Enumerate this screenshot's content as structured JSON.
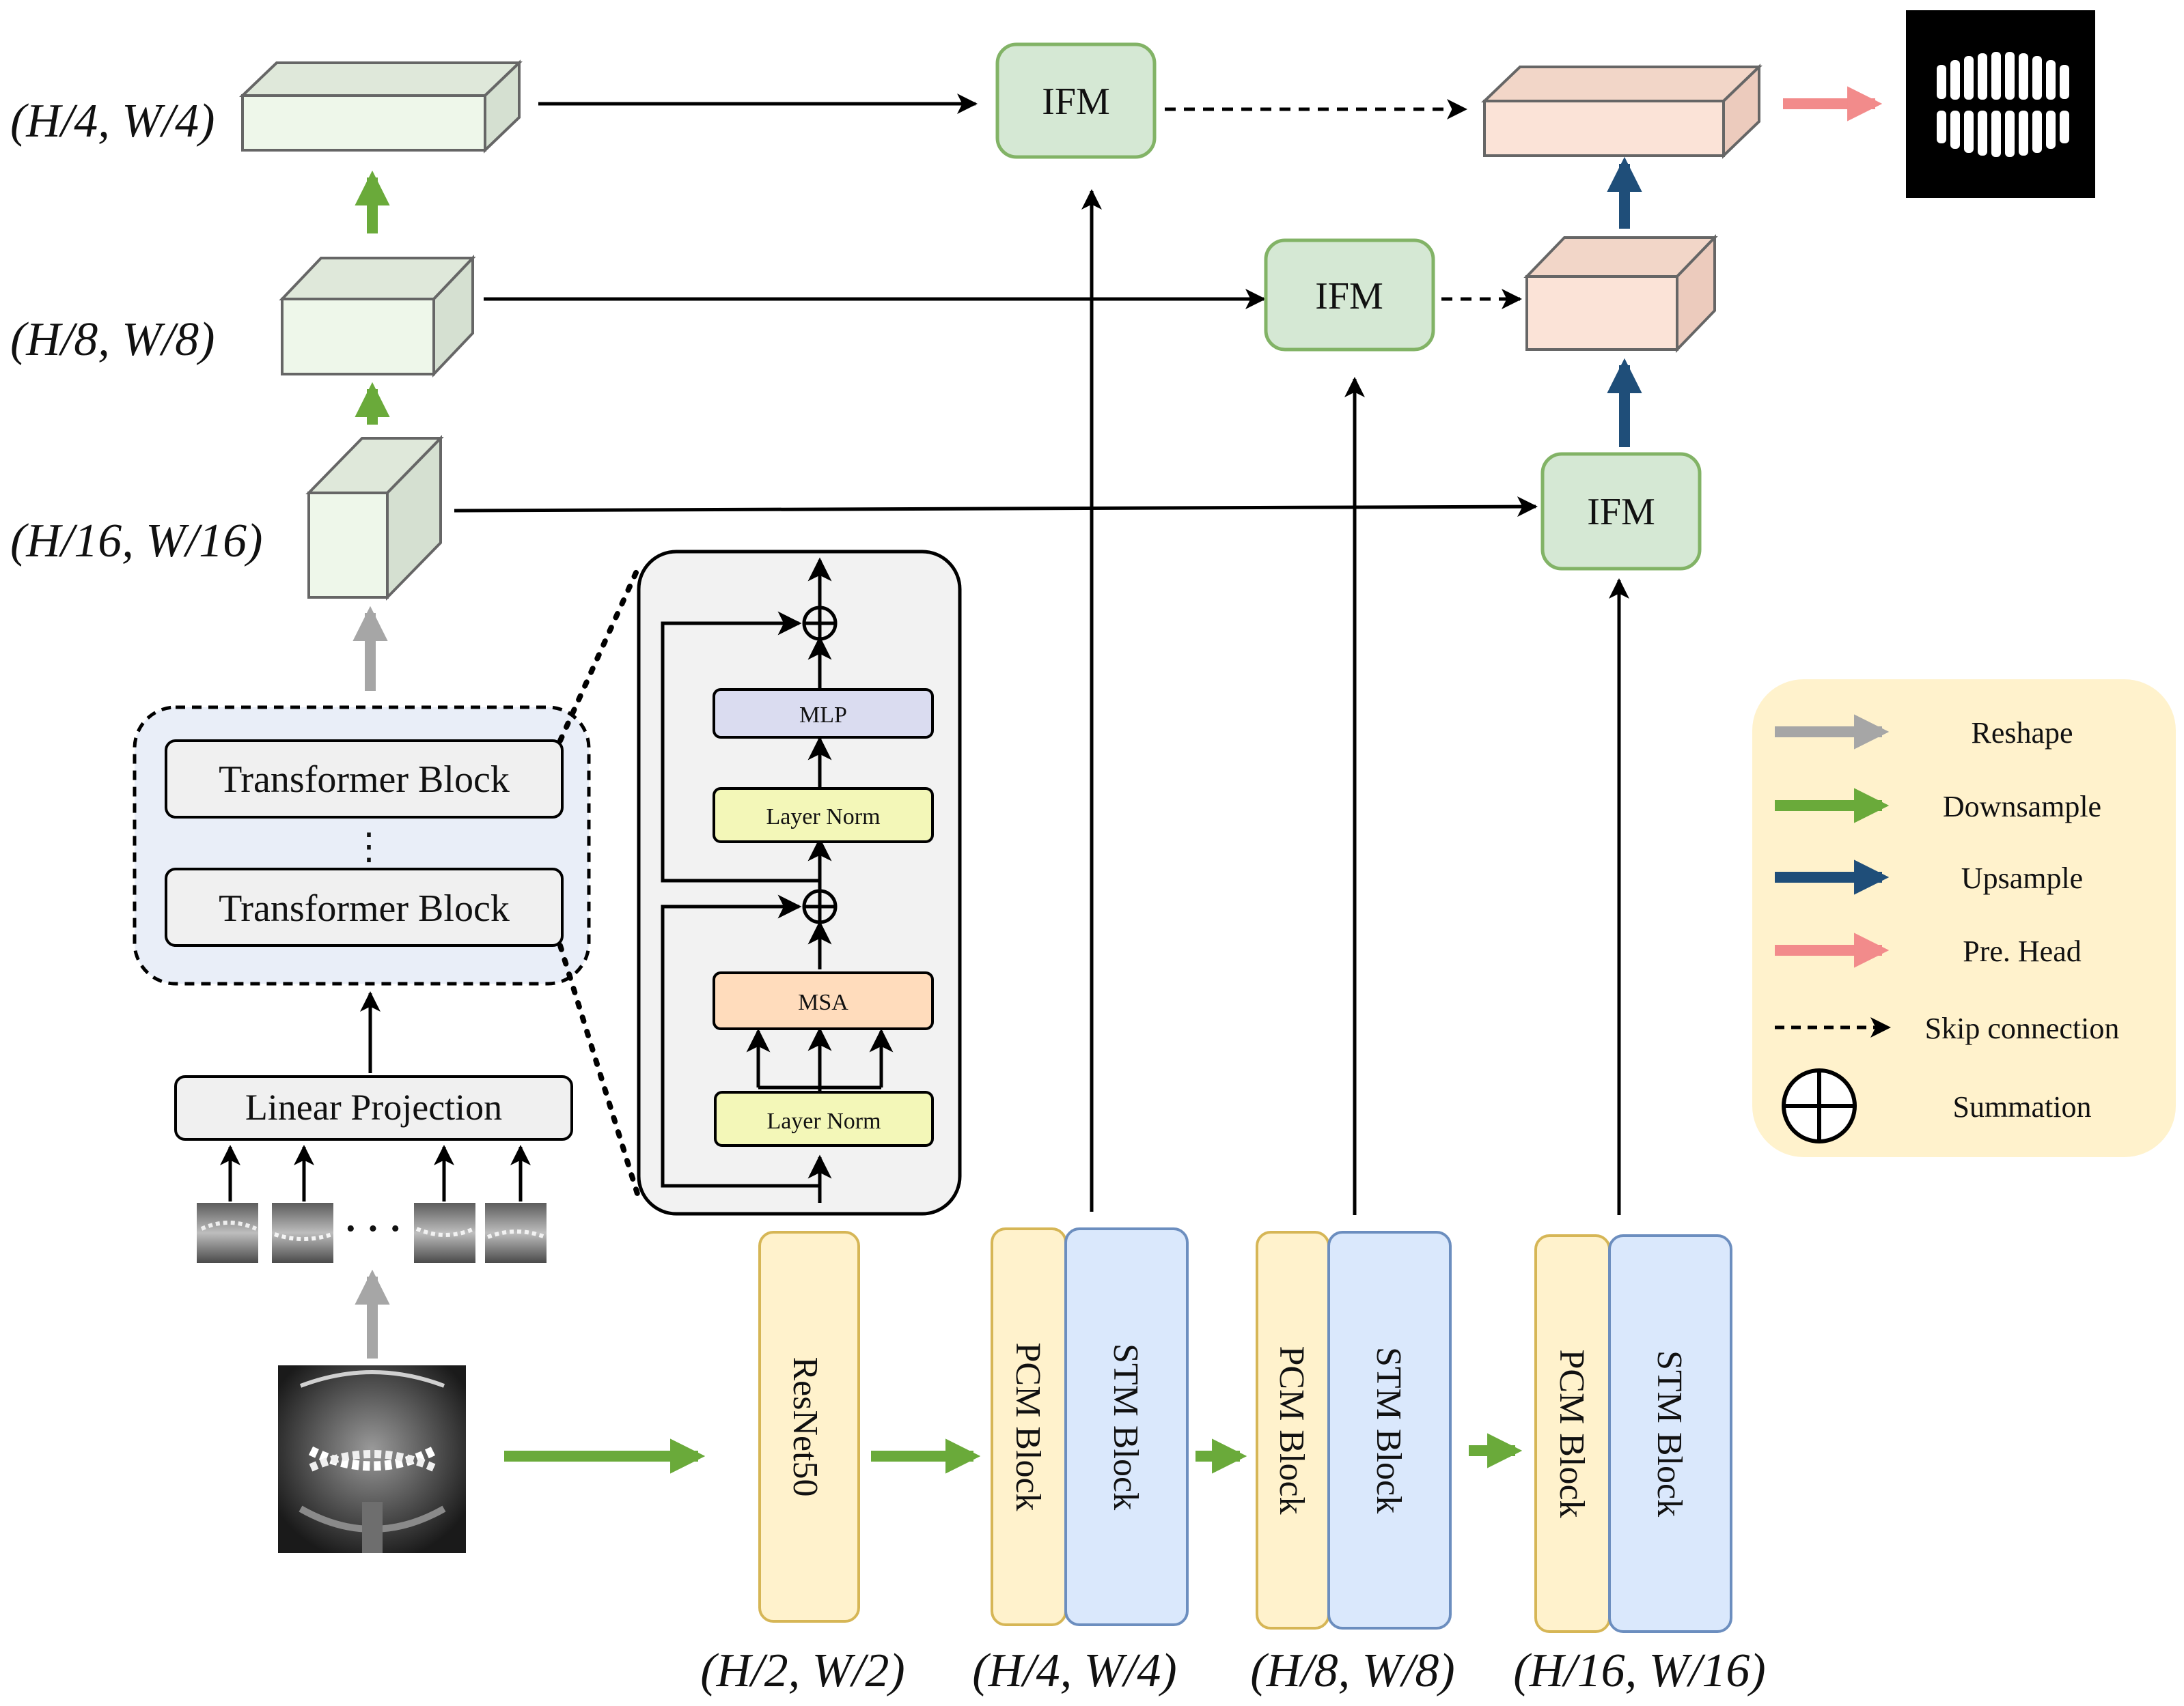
{
  "scale_labels": {
    "top_level": "(H/4, W/4)",
    "mid_level": "(H/8, W/8)",
    "low_level": "(H/16, W/16)"
  },
  "bottom_labels": {
    "resnet": "(H/2, W/2)",
    "stage1": "(H/4, W/4)",
    "stage2": "(H/8, W/8)",
    "stage3": "(H/16, W/16)"
  },
  "nodes": {
    "ifm": "IFM",
    "transformer_block": "Transformer Block",
    "vertical_dots": "⋮",
    "linear_projection": "Linear Projection",
    "patch_dots": "· · ·",
    "mlp": "MLP",
    "layer_norm": "Layer Norm",
    "msa": "MSA",
    "resnet50": "ResNet50",
    "pcm_block": "PCM Block",
    "stm_block": "STM Block"
  },
  "legend": {
    "items": [
      {
        "label": "Reshape",
        "kind": "arrow",
        "color": "#a6a6a6"
      },
      {
        "label": "Downsample",
        "kind": "arrow",
        "color": "#6aaa3a"
      },
      {
        "label": "Upsample",
        "kind": "arrow",
        "color": "#1f4e79"
      },
      {
        "label": "Pre. Head",
        "kind": "arrow",
        "color": "#f28b8b"
      },
      {
        "label": "Skip connection",
        "kind": "dashed",
        "color": "#000000"
      },
      {
        "label": "Summation",
        "kind": "circle",
        "color": "#000000"
      }
    ]
  },
  "colors": {
    "green_cube_front": "#eef7ea",
    "green_cube_side": "#d5e0d1",
    "pink_cube_front": "#fbe3d7",
    "pink_cube_side": "#eccbbd",
    "ifm_fill": "#d5e8d4",
    "ifm_stroke": "#82b366",
    "resnet_fill": "#fff2cc",
    "resnet_stroke": "#d6b656",
    "stm_fill": "#dae8fc",
    "stm_stroke": "#6c8ebf",
    "mlp_fill": "#dadcf0",
    "layernorm_fill": "#f3f7b8",
    "msa_fill": "#ffdcbc",
    "legend_bg": "#fff2cc",
    "transformer_group_bg": "#e9eef8",
    "detail_panel_bg": "#f2f2f2"
  },
  "icons": {
    "xray": "panoramic-dental-xray-image",
    "patch": "xray-patch-image",
    "mask": "tooth-segmentation-mask-image",
    "sum": "summation-icon"
  }
}
